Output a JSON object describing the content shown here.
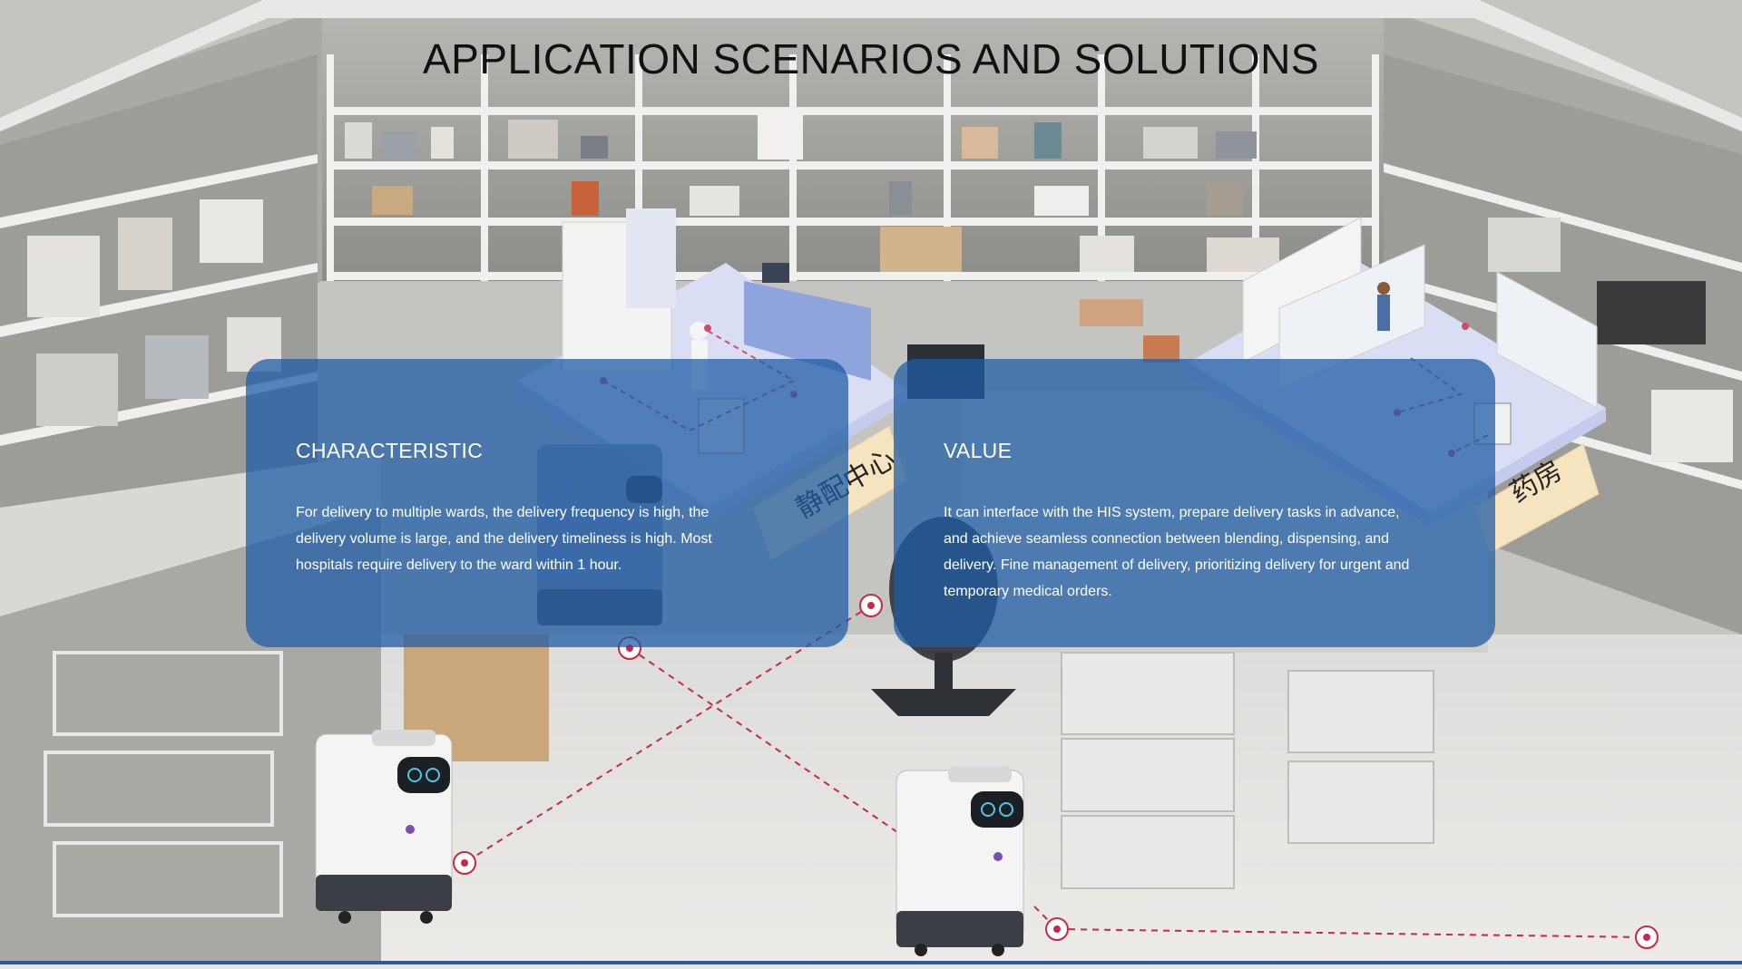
{
  "title": "APPLICATION SCENARIOS AND SOLUTIONS",
  "characteristic": {
    "heading": "CHARACTERISTIC",
    "body": "For delivery to multiple wards, the delivery frequency is high, the delivery volume is large, and the delivery timeliness is high. Most hospitals require delivery to the ward within 1 hour."
  },
  "value": {
    "heading": "VALUE",
    "body": "It can interface with the HIS system, prepare delivery tasks in advance, and achieve seamless connection between blending, dispensing, and delivery. Fine management of delivery, prioritizing delivery for urgent and temporary medical orders."
  },
  "zones": {
    "left_label": "静配中心",
    "right_label": "药房"
  },
  "colors": {
    "panel": "#1f5ca5",
    "route": "#c8284a",
    "zone_tag": "#f6e3bf",
    "platform": "#d9def5"
  },
  "icons": [
    "delivery-robot-icon",
    "route-waypoint-icon"
  ]
}
